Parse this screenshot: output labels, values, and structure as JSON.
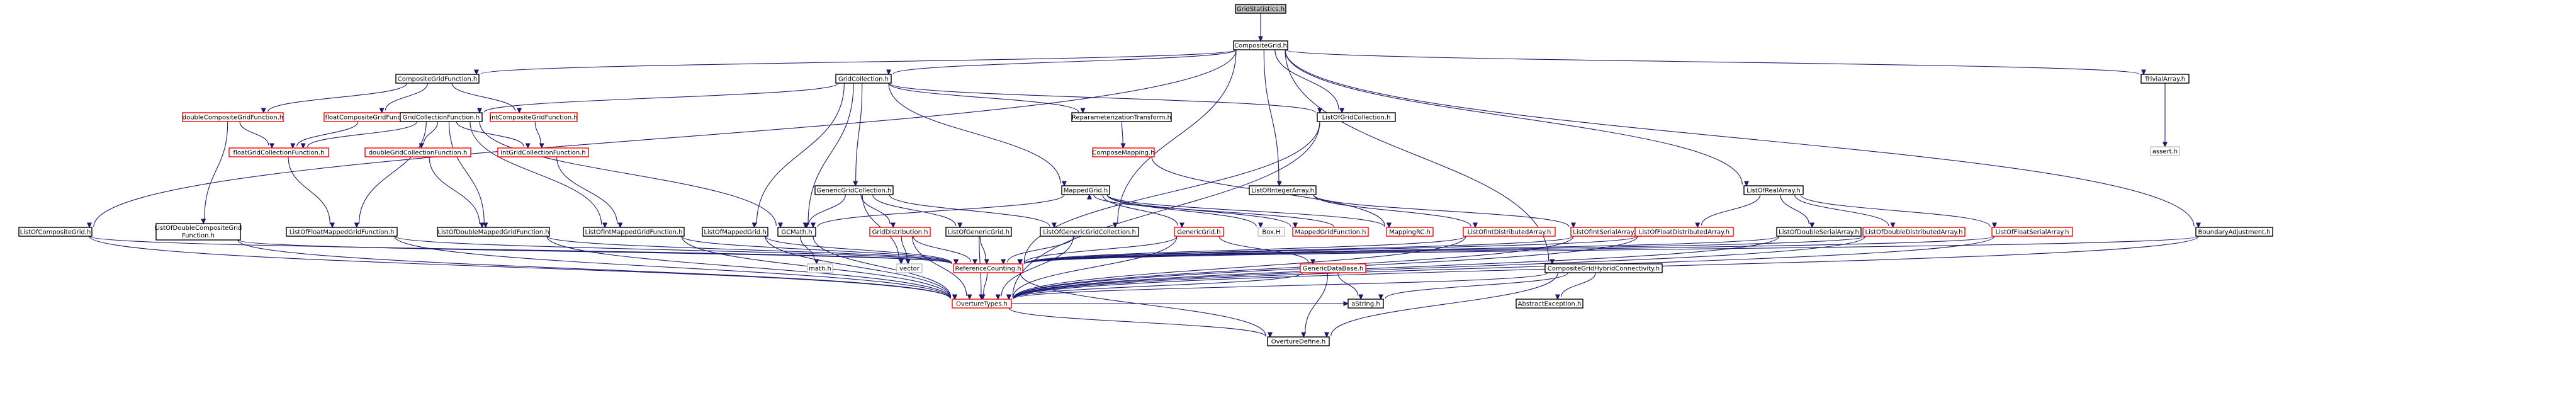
{
  "diagram": {
    "type": "include-dependency-graph",
    "colors": {
      "edge": "#191970",
      "documented_border": "#000000",
      "truncated_border": "#ff0000",
      "external_border": "#bfbfbf",
      "root_fill": "#bfbfbf"
    },
    "nodes": [
      {
        "id": "GridStatistics.h",
        "lines": [
          "GridStatistics.h"
        ],
        "kind": "root"
      },
      {
        "id": "CompositeGrid.h",
        "lines": [
          "CompositeGrid.h"
        ],
        "kind": "black"
      },
      {
        "id": "CompositeGridFunction.h",
        "lines": [
          "CompositeGridFunction.h"
        ],
        "kind": "black"
      },
      {
        "id": "GridCollection.h",
        "lines": [
          "GridCollection.h"
        ],
        "kind": "black"
      },
      {
        "id": "TrivialArray.h",
        "lines": [
          "TrivialArray.h"
        ],
        "kind": "black"
      },
      {
        "id": "doubleCompositeGridFunction.h",
        "lines": [
          "doubleCompositeGridFunction.h"
        ],
        "kind": "red"
      },
      {
        "id": "floatCompositeGridFunction.h",
        "lines": [
          "floatCompositeGridFunction.h"
        ],
        "kind": "red"
      },
      {
        "id": "intCompositeGridFunction.h",
        "lines": [
          "intCompositeGridFunction.h"
        ],
        "kind": "red"
      },
      {
        "id": "GridCollectionFunction.h",
        "lines": [
          "GridCollectionFunction.h"
        ],
        "kind": "black"
      },
      {
        "id": "ReparameterizationTransform.h",
        "lines": [
          "ReparameterizationTransform.h"
        ],
        "kind": "black"
      },
      {
        "id": "ListOfGridCollection.h",
        "lines": [
          "ListOfGridCollection.h"
        ],
        "kind": "black"
      },
      {
        "id": "assert.h",
        "lines": [
          "assert.h"
        ],
        "kind": "grey"
      },
      {
        "id": "floatGridCollectionFunction.h",
        "lines": [
          "floatGridCollectionFunction.h"
        ],
        "kind": "red"
      },
      {
        "id": "doubleGridCollectionFunction.h",
        "lines": [
          "doubleGridCollectionFunction.h"
        ],
        "kind": "red"
      },
      {
        "id": "intGridCollectionFunction.h",
        "lines": [
          "intGridCollectionFunction.h"
        ],
        "kind": "red"
      },
      {
        "id": "ComposeMapping.h",
        "lines": [
          "ComposeMapping.h"
        ],
        "kind": "red"
      },
      {
        "id": "GenericGridCollection.h",
        "lines": [
          "GenericGridCollection.h"
        ],
        "kind": "black"
      },
      {
        "id": "MappedGrid.h",
        "lines": [
          "MappedGrid.h"
        ],
        "kind": "black"
      },
      {
        "id": "ListOfIntegerArray.h",
        "lines": [
          "ListOfIntegerArray.h"
        ],
        "kind": "black"
      },
      {
        "id": "ListOfRealArray.h",
        "lines": [
          "ListOfRealArray.h"
        ],
        "kind": "black"
      },
      {
        "id": "ListOfCompositeGrid.h",
        "lines": [
          "ListOfCompositeGrid.h"
        ],
        "kind": "black"
      },
      {
        "id": "ListOfDoubleCompositeGridFunction.h",
        "lines": [
          "ListOfDoubleCompositeGrid",
          "Function.h"
        ],
        "kind": "black"
      },
      {
        "id": "ListOfFloatMappedGridFunction.h",
        "lines": [
          "ListOfFloatMappedGridFunction.h"
        ],
        "kind": "black"
      },
      {
        "id": "ListOfDoubleMappedGridFunction.h",
        "lines": [
          "ListOfDoubleMappedGridFunction.h"
        ],
        "kind": "black"
      },
      {
        "id": "ListOfIntMappedGridFunction.h",
        "lines": [
          "ListOfIntMappedGridFunction.h"
        ],
        "kind": "black"
      },
      {
        "id": "ListOfMappedGrid.h",
        "lines": [
          "ListOfMappedGrid.h"
        ],
        "kind": "black"
      },
      {
        "id": "GCMath.h",
        "lines": [
          "GCMath.h"
        ],
        "kind": "black"
      },
      {
        "id": "GridDistribution.h",
        "lines": [
          "GridDistribution.h"
        ],
        "kind": "red"
      },
      {
        "id": "ListOfGenericGrid.h",
        "lines": [
          "ListOfGenericGrid.h"
        ],
        "kind": "black"
      },
      {
        "id": "ListOfGenericGridCollection.h",
        "lines": [
          "ListOfGenericGridCollection.h"
        ],
        "kind": "black"
      },
      {
        "id": "GenericGrid.h",
        "lines": [
          "GenericGrid.h"
        ],
        "kind": "red"
      },
      {
        "id": "Box.H",
        "lines": [
          "Box.H"
        ],
        "kind": "grey"
      },
      {
        "id": "MappedGridFunction.h",
        "lines": [
          "MappedGridFunction.h"
        ],
        "kind": "red"
      },
      {
        "id": "MappingRC.h",
        "lines": [
          "MappingRC.h"
        ],
        "kind": "red"
      },
      {
        "id": "ListOfIntDistributedArray.h",
        "lines": [
          "ListOfIntDistributedArray.h"
        ],
        "kind": "red"
      },
      {
        "id": "ListOfIntSerialArray.h",
        "lines": [
          "ListOfIntSerialArray.h"
        ],
        "kind": "red"
      },
      {
        "id": "ListOfFloatDistributedArray.h",
        "lines": [
          "ListOfFloatDistributedArray.h"
        ],
        "kind": "red"
      },
      {
        "id": "ListOfDoubleSerialArray.h",
        "lines": [
          "ListOfDoubleSerialArray.h"
        ],
        "kind": "black"
      },
      {
        "id": "ListOfDoubleDistributedArray.h",
        "lines": [
          "ListOfDoubleDistributedArray.h"
        ],
        "kind": "red"
      },
      {
        "id": "ListOfFloatSerialArray.h",
        "lines": [
          "ListOfFloatSerialArray.h"
        ],
        "kind": "red"
      },
      {
        "id": "BoundaryAdjustment.h",
        "lines": [
          "BoundaryAdjustment.h"
        ],
        "kind": "black"
      },
      {
        "id": "math.h",
        "lines": [
          "math.h"
        ],
        "kind": "grey"
      },
      {
        "id": "vector",
        "lines": [
          "vector"
        ],
        "kind": "grey"
      },
      {
        "id": "ReferenceCounting.h",
        "lines": [
          "ReferenceCounting.h"
        ],
        "kind": "red"
      },
      {
        "id": "GenericDataBase.h",
        "lines": [
          "GenericDataBase.h"
        ],
        "kind": "red"
      },
      {
        "id": "CompositeGridHybridConnectivity.h",
        "lines": [
          "CompositeGridHybridConnectivity.h"
        ],
        "kind": "black"
      },
      {
        "id": "OvertureTypes.h",
        "lines": [
          "OvertureTypes.h"
        ],
        "kind": "red"
      },
      {
        "id": "aString.h",
        "lines": [
          "aString.h"
        ],
        "kind": "black"
      },
      {
        "id": "AbstractException.h",
        "lines": [
          "AbstractException.h"
        ],
        "kind": "black"
      },
      {
        "id": "OvertureDefine.h",
        "lines": [
          "OvertureDefine.h"
        ],
        "kind": "black"
      }
    ],
    "edges": [
      [
        "GridStatistics.h",
        "CompositeGrid.h"
      ],
      [
        "CompositeGrid.h",
        "CompositeGridFunction.h"
      ],
      [
        "CompositeGrid.h",
        "GridCollection.h"
      ],
      [
        "CompositeGrid.h",
        "TrivialArray.h"
      ],
      [
        "CompositeGrid.h",
        "ListOfGridCollection.h"
      ],
      [
        "CompositeGrid.h",
        "ListOfIntegerArray.h"
      ],
      [
        "CompositeGrid.h",
        "ListOfRealArray.h"
      ],
      [
        "CompositeGrid.h",
        "ListOfCompositeGrid.h"
      ],
      [
        "CompositeGrid.h",
        "ListOfGenericGridCollection.h"
      ],
      [
        "CompositeGrid.h",
        "BoundaryAdjustment.h"
      ],
      [
        "CompositeGrid.h",
        "CompositeGridHybridConnectivity.h"
      ],
      [
        "CompositeGridFunction.h",
        "doubleCompositeGridFunction.h"
      ],
      [
        "CompositeGridFunction.h",
        "floatCompositeGridFunction.h"
      ],
      [
        "CompositeGridFunction.h",
        "intCompositeGridFunction.h"
      ],
      [
        "doubleCompositeGridFunction.h",
        "ListOfDoubleCompositeGridFunction.h"
      ],
      [
        "doubleCompositeGridFunction.h",
        "floatGridCollectionFunction.h"
      ],
      [
        "floatCompositeGridFunction.h",
        "floatGridCollectionFunction.h"
      ],
      [
        "intCompositeGridFunction.h",
        "intGridCollectionFunction.h"
      ],
      [
        "GridCollection.h",
        "GridCollectionFunction.h"
      ],
      [
        "GridCollection.h",
        "ReparameterizationTransform.h"
      ],
      [
        "GridCollection.h",
        "ListOfGridCollection.h"
      ],
      [
        "GridCollection.h",
        "GenericGridCollection.h"
      ],
      [
        "GridCollection.h",
        "MappedGrid.h"
      ],
      [
        "GridCollection.h",
        "ListOfMappedGrid.h"
      ],
      [
        "GridCollection.h",
        "GCMath.h"
      ],
      [
        "TrivialArray.h",
        "assert.h"
      ],
      [
        "GridCollectionFunction.h",
        "floatGridCollectionFunction.h"
      ],
      [
        "GridCollectionFunction.h",
        "doubleGridCollectionFunction.h"
      ],
      [
        "GridCollectionFunction.h",
        "intGridCollectionFunction.h"
      ],
      [
        "GridCollectionFunction.h",
        "ListOfFloatMappedGridFunction.h"
      ],
      [
        "GridCollectionFunction.h",
        "ListOfDoubleMappedGridFunction.h"
      ],
      [
        "GridCollectionFunction.h",
        "ListOfIntMappedGridFunction.h"
      ],
      [
        "GridCollectionFunction.h",
        "GCMath.h"
      ],
      [
        "floatGridCollectionFunction.h",
        "ListOfFloatMappedGridFunction.h"
      ],
      [
        "doubleGridCollectionFunction.h",
        "ListOfDoubleMappedGridFunction.h"
      ],
      [
        "intGridCollectionFunction.h",
        "ListOfIntMappedGridFunction.h"
      ],
      [
        "ReparameterizationTransform.h",
        "ComposeMapping.h"
      ],
      [
        "ComposeMapping.h",
        "MappingRC.h"
      ],
      [
        "ListOfGridCollection.h",
        "ReferenceCounting.h"
      ],
      [
        "ListOfGridCollection.h",
        "OvertureTypes.h"
      ],
      [
        "GenericGridCollection.h",
        "GCMath.h"
      ],
      [
        "GenericGridCollection.h",
        "GridDistribution.h"
      ],
      [
        "GenericGridCollection.h",
        "ListOfGenericGrid.h"
      ],
      [
        "GenericGridCollection.h",
        "ListOfGenericGridCollection.h"
      ],
      [
        "GenericGridCollection.h",
        "vector"
      ],
      [
        "MappedGrid.h",
        "GenericGrid.h"
      ],
      [
        "MappedGrid.h",
        "Box.H"
      ],
      [
        "MappedGrid.h",
        "MappedGridFunction.h"
      ],
      [
        "MappedGrid.h",
        "MappingRC.h"
      ],
      [
        "MappedGrid.h",
        "GCMath.h"
      ],
      [
        "MappedGridFunction.h",
        "MappedGrid.h"
      ],
      [
        "ListOfIntegerArray.h",
        "ListOfIntDistributedArray.h"
      ],
      [
        "ListOfIntegerArray.h",
        "ListOfIntSerialArray.h"
      ],
      [
        "ListOfRealArray.h",
        "ListOfFloatDistributedArray.h"
      ],
      [
        "ListOfRealArray.h",
        "ListOfDoubleSerialArray.h"
      ],
      [
        "ListOfRealArray.h",
        "ListOfDoubleDistributedArray.h"
      ],
      [
        "ListOfRealArray.h",
        "ListOfFloatSerialArray.h"
      ],
      [
        "ListOfCompositeGrid.h",
        "ReferenceCounting.h"
      ],
      [
        "ListOfCompositeGrid.h",
        "OvertureTypes.h"
      ],
      [
        "ListOfDoubleCompositeGridFunction.h",
        "ReferenceCounting.h"
      ],
      [
        "ListOfDoubleCompositeGridFunction.h",
        "OvertureTypes.h"
      ],
      [
        "ListOfFloatMappedGridFunction.h",
        "ReferenceCounting.h"
      ],
      [
        "ListOfFloatMappedGridFunction.h",
        "OvertureTypes.h"
      ],
      [
        "ListOfDoubleMappedGridFunction.h",
        "ReferenceCounting.h"
      ],
      [
        "ListOfDoubleMappedGridFunction.h",
        "OvertureTypes.h"
      ],
      [
        "ListOfIntMappedGridFunction.h",
        "ReferenceCounting.h"
      ],
      [
        "ListOfIntMappedGridFunction.h",
        "OvertureTypes.h"
      ],
      [
        "ListOfMappedGrid.h",
        "ReferenceCounting.h"
      ],
      [
        "ListOfMappedGrid.h",
        "OvertureTypes.h"
      ],
      [
        "GCMath.h",
        "math.h"
      ],
      [
        "GCMath.h",
        "OvertureTypes.h"
      ],
      [
        "GridDistribution.h",
        "vector"
      ],
      [
        "GridDistribution.h",
        "ReferenceCounting.h"
      ],
      [
        "GridDistribution.h",
        "OvertureTypes.h"
      ],
      [
        "ListOfGenericGrid.h",
        "ReferenceCounting.h"
      ],
      [
        "ListOfGenericGrid.h",
        "OvertureTypes.h"
      ],
      [
        "ListOfGenericGridCollection.h",
        "ReferenceCounting.h"
      ],
      [
        "ListOfGenericGridCollection.h",
        "OvertureTypes.h"
      ],
      [
        "GenericGrid.h",
        "ReferenceCounting.h"
      ],
      [
        "GenericGrid.h",
        "GenericDataBase.h"
      ],
      [
        "GenericGrid.h",
        "OvertureTypes.h"
      ],
      [
        "ListOfIntDistributedArray.h",
        "ReferenceCounting.h"
      ],
      [
        "ListOfIntDistributedArray.h",
        "OvertureTypes.h"
      ],
      [
        "ListOfIntSerialArray.h",
        "ReferenceCounting.h"
      ],
      [
        "ListOfIntSerialArray.h",
        "OvertureTypes.h"
      ],
      [
        "ListOfFloatDistributedArray.h",
        "ReferenceCounting.h"
      ],
      [
        "ListOfFloatDistributedArray.h",
        "OvertureTypes.h"
      ],
      [
        "ListOfDoubleSerialArray.h",
        "ReferenceCounting.h"
      ],
      [
        "ListOfDoubleSerialArray.h",
        "OvertureTypes.h"
      ],
      [
        "ListOfDoubleDistributedArray.h",
        "ReferenceCounting.h"
      ],
      [
        "ListOfDoubleDistributedArray.h",
        "OvertureTypes.h"
      ],
      [
        "ListOfFloatSerialArray.h",
        "ReferenceCounting.h"
      ],
      [
        "ListOfFloatSerialArray.h",
        "OvertureTypes.h"
      ],
      [
        "BoundaryAdjustment.h",
        "ReferenceCounting.h"
      ],
      [
        "BoundaryAdjustment.h",
        "OvertureTypes.h"
      ],
      [
        "ReferenceCounting.h",
        "OvertureTypes.h"
      ],
      [
        "ReferenceCounting.h",
        "OvertureDefine.h"
      ],
      [
        "GenericDataBase.h",
        "OvertureTypes.h"
      ],
      [
        "GenericDataBase.h",
        "aString.h"
      ],
      [
        "GenericDataBase.h",
        "OvertureDefine.h"
      ],
      [
        "OvertureTypes.h",
        "aString.h"
      ],
      [
        "OvertureTypes.h",
        "OvertureDefine.h"
      ],
      [
        "CompositeGridHybridConnectivity.h",
        "OvertureTypes.h"
      ],
      [
        "CompositeGridHybridConnectivity.h",
        "aString.h"
      ],
      [
        "CompositeGridHybridConnectivity.h",
        "AbstractException.h"
      ],
      [
        "CompositeGridHybridConnectivity.h",
        "OvertureDefine.h"
      ]
    ]
  }
}
